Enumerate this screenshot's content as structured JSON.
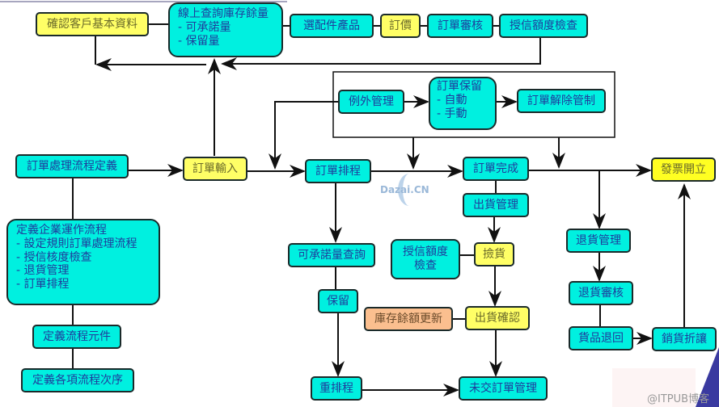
{
  "nodes": {
    "confirm_customer": "確認客戶基本資料",
    "online_query_title": "線上查詢庫存餘量",
    "online_query_l1": "- 可承諾量",
    "online_query_l2": "-  保留量",
    "select_parts": "選配件產品",
    "pricing": "訂價",
    "order_review": "訂單審核",
    "credit_check": "授信額度檢查",
    "exception_mgmt": "例外管理",
    "order_hold_title": "訂單保留",
    "order_hold_l1": "-  自動",
    "order_hold_l2": "-  手動",
    "order_release": "訂單解除管制",
    "order_process_def": "訂單處理流程定義",
    "order_entry": "訂單輸入",
    "order_schedule": "訂單排程",
    "order_complete": "訂單完成",
    "invoice": "發票開立",
    "shipping_mgmt": "出貨管理",
    "enterprise_title": "定義企業運作流程",
    "enterprise_l1": "-  設定規則訂單處理流程",
    "enterprise_l2": "-  授信核度檢查",
    "enterprise_l3": "-  退貨管理",
    "enterprise_l4": "-  訂單排程",
    "atp_query": "可承諾量查詢",
    "credit_check2_l1": "授信額度",
    "credit_check2_l2": "檢查",
    "picking": "撿貨",
    "return_mgmt": "退貨管理",
    "return_review": "退貨審核",
    "hold": "保留",
    "inventory_update": "庫存餘額更新",
    "ship_confirm": "出貨確認",
    "goods_return": "貨品退回",
    "sales_allowance": "銷貨折讓",
    "define_elements": "定義流程元件",
    "define_sequence": "定義各項流程次序",
    "reschedule": "重排程",
    "open_orders": "未交訂單管理"
  },
  "watermarks": {
    "dazai": "Dazai.CN",
    "itpub": "@ITPUB博客"
  },
  "colors": {
    "cyan": "#00f0e0",
    "yellow": "#ffff66",
    "orange": "#fbbf8f",
    "text": "#1f3c9c"
  }
}
